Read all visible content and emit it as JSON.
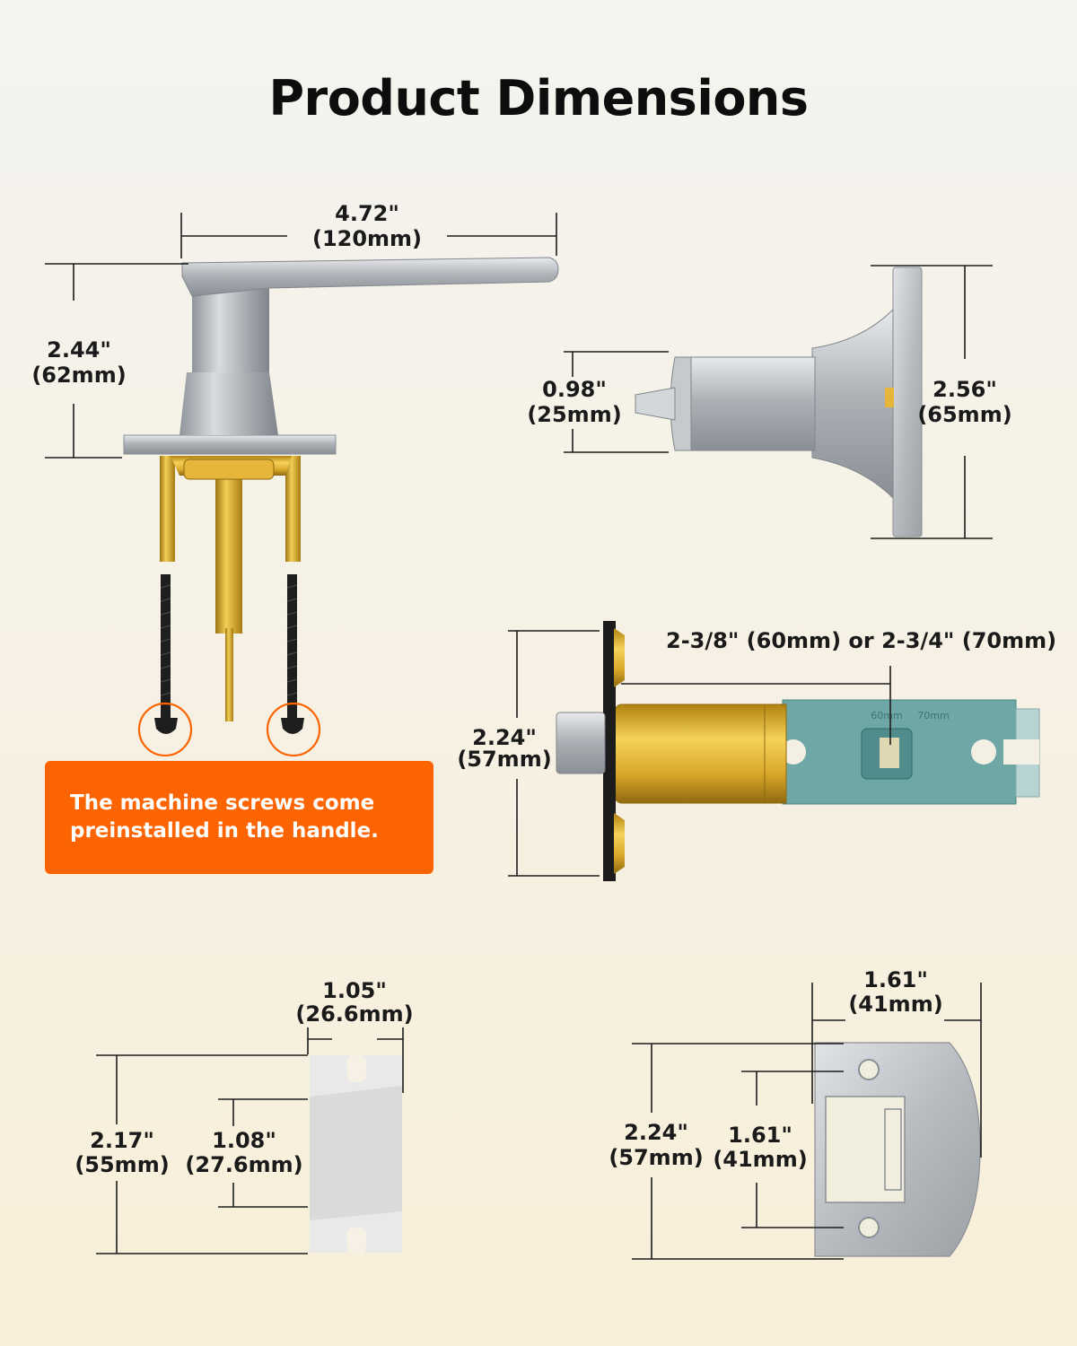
{
  "title": "Product Dimensions",
  "callout": {
    "line1": "The machine screws come",
    "line2": "preinstalled in the handle."
  },
  "handle": {
    "width_in": "4.72\"",
    "width_mm": "(120mm)",
    "height_in": "2.44\"",
    "height_mm": "(62mm)"
  },
  "rose": {
    "spindle_in": "0.98\"",
    "spindle_mm": "(25mm)",
    "height_in": "2.56\"",
    "height_mm": "(65mm)"
  },
  "latch": {
    "backset": "2-3/8\" (60mm) or 2-3/4\" (70mm)",
    "plate_in": "2.24\"",
    "plate_mm": "(57mm)",
    "tab_60": "60mm",
    "tab_70": "70mm"
  },
  "strike_box": {
    "width_in": "1.05\"",
    "width_mm": "(26.6mm)",
    "height_in": "2.17\"",
    "height_mm": "(55mm)",
    "inner_in": "1.08\"",
    "inner_mm": "(27.6mm)"
  },
  "strike_plate": {
    "width_in": "1.61\"",
    "width_mm": "(41mm)",
    "height_in": "2.24\"",
    "height_mm": "(57mm)",
    "holes_in": "1.61\"",
    "holes_mm": "(41mm)"
  },
  "colors": {
    "accent": "#fb6400",
    "chrome": "#b9bcc0",
    "brass": "#d7a824",
    "latch_teal": "#6fa7a6"
  }
}
